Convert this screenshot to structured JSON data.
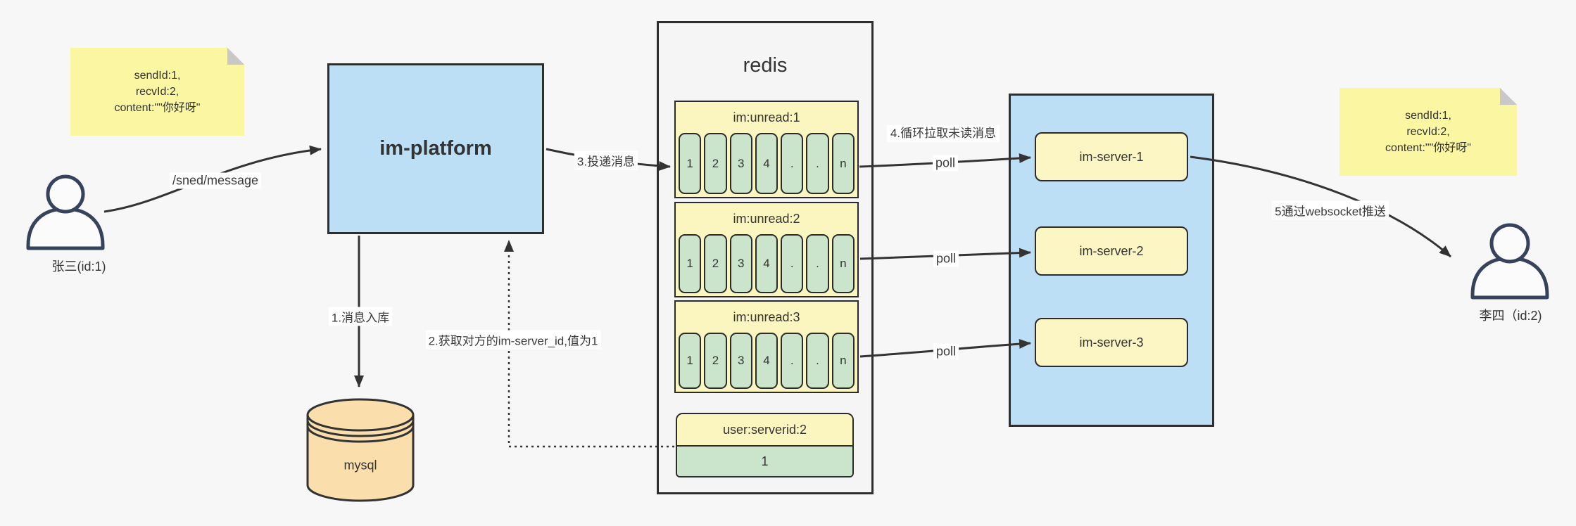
{
  "actors": {
    "sender": {
      "label": "张三(id:1)"
    },
    "receiver": {
      "label": "李四（id:2)"
    }
  },
  "notes": {
    "left": "sendId:1,\nrecvId:2,\ncontent:\"\"你好呀\"",
    "right": "sendId:1,\nrecvId:2,\ncontent:\"\"你好呀\""
  },
  "platform": {
    "label": "im-platform"
  },
  "database": {
    "label": "mysql"
  },
  "redis": {
    "title": "redis",
    "queues": [
      {
        "header": "im:unread:1",
        "cells": [
          "1",
          "2",
          "3",
          "4",
          ".",
          ".",
          "n"
        ]
      },
      {
        "header": "im:unread:2",
        "cells": [
          "1",
          "2",
          "3",
          "4",
          ".",
          ".",
          "n"
        ]
      },
      {
        "header": "im:unread:3",
        "cells": [
          "1",
          "2",
          "3",
          "4",
          ".",
          ".",
          "n"
        ]
      }
    ],
    "kv": {
      "header": "user:serverid:2",
      "value": "1"
    }
  },
  "servers": {
    "items": [
      {
        "label": "im-server-1"
      },
      {
        "label": "im-server-2"
      },
      {
        "label": "im-server-3"
      }
    ]
  },
  "edges": {
    "send": "/sned/message",
    "store": "1.消息入库",
    "lookup": "2.获取对方的im-server_id,值为1",
    "deliver": "3.投递消息",
    "pull": "4.循环拉取未读消息",
    "poll1": "poll",
    "poll2": "poll",
    "poll3": "poll",
    "push": "5通过websocket推送"
  },
  "colors": {
    "canvas_bg": "#f7f7f7",
    "node_blue": "#bddff5",
    "note_yellow": "#fbf6a2",
    "queue_yellow": "#fbf5c0",
    "cell_green": "#cbe5cc",
    "db_tan": "#fadfad",
    "stroke_dark": "#2e2e2e"
  }
}
